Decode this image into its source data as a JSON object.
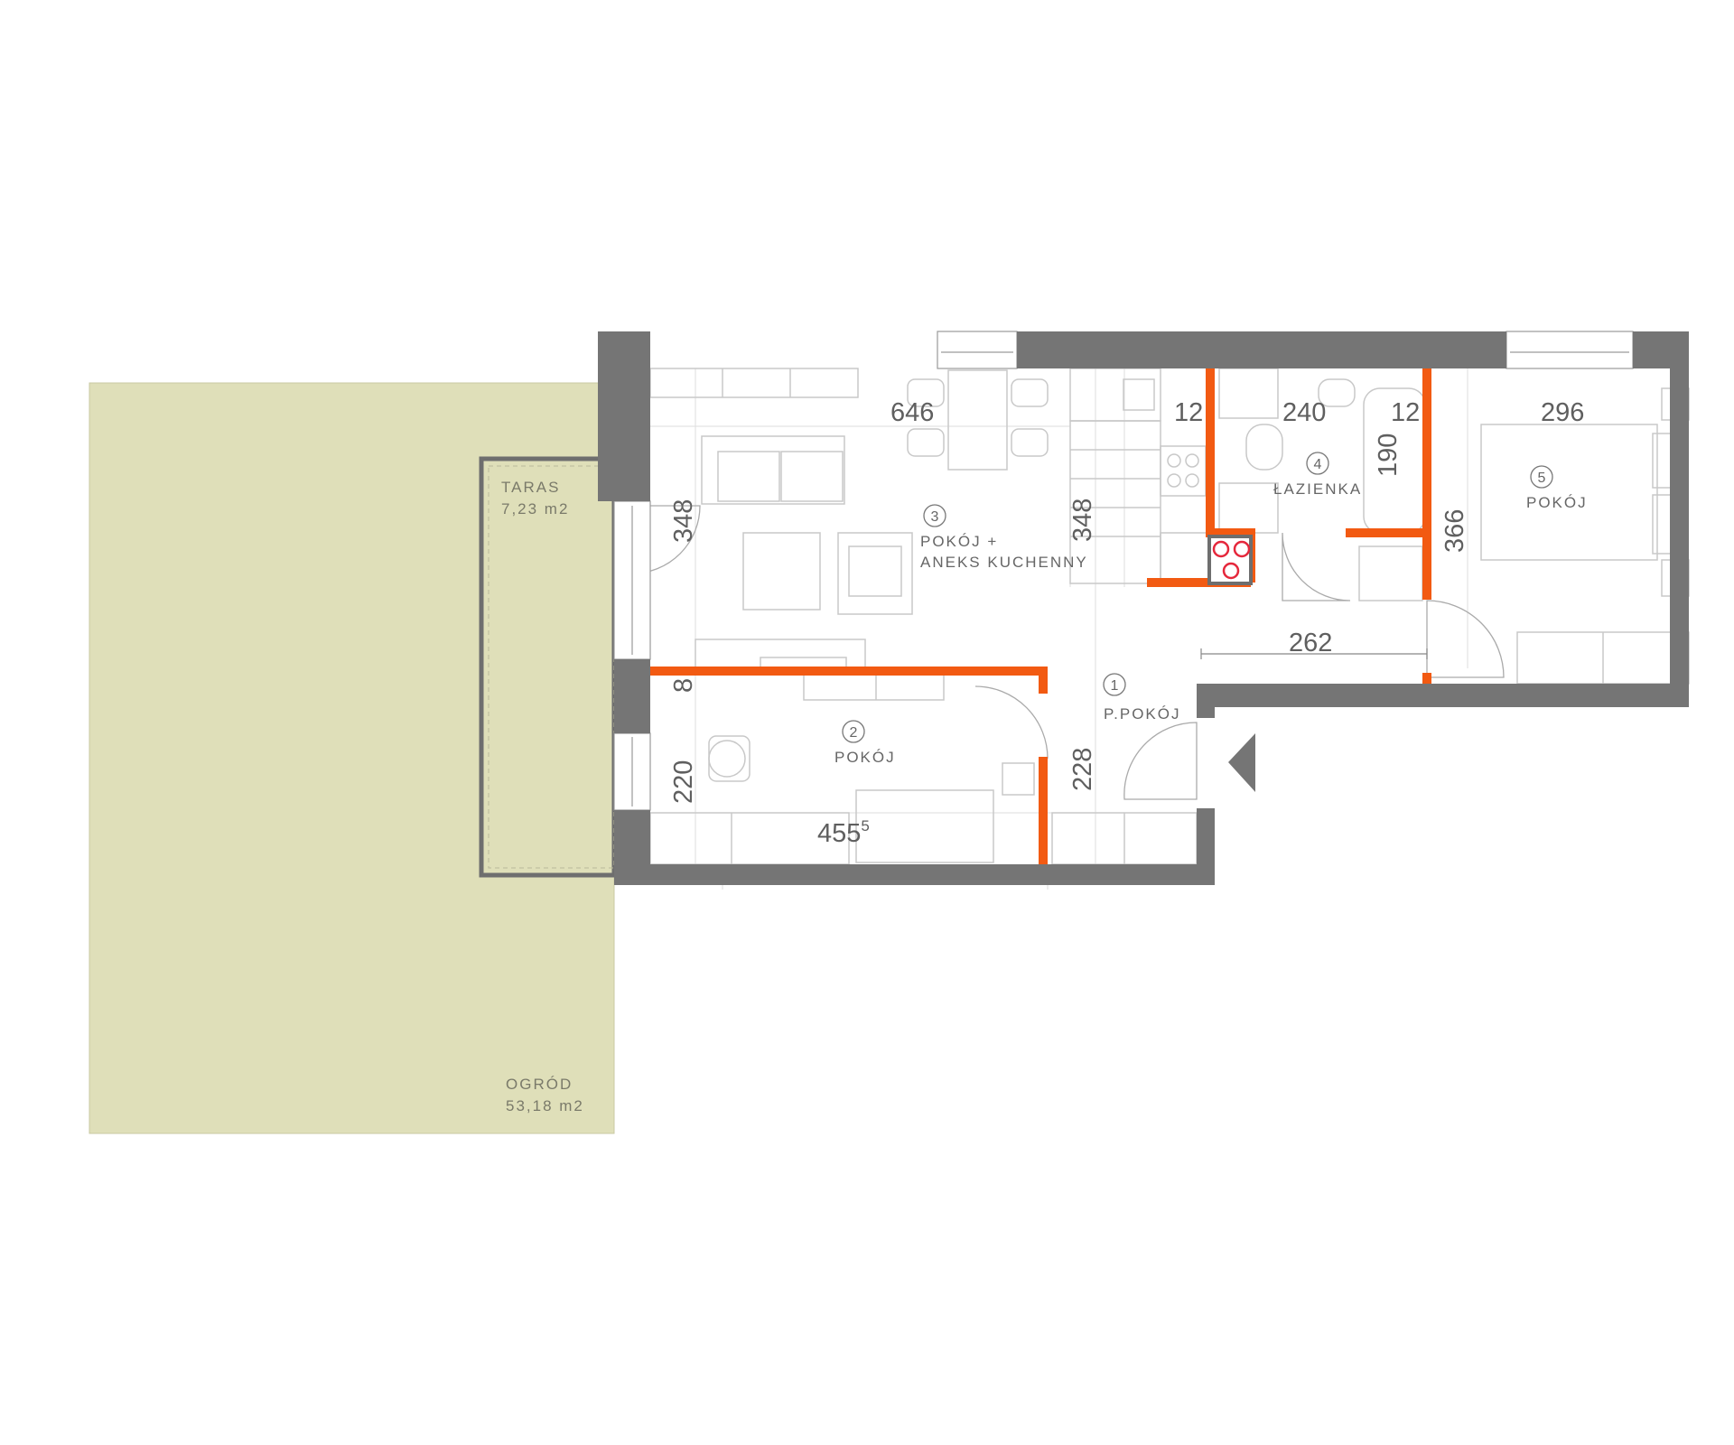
{
  "outdoor": {
    "garden_name": "OGRÓD",
    "garden_area": "53,18 m2",
    "terrace_name": "TARAS",
    "terrace_area": "7,23 m2"
  },
  "rooms": [
    {
      "number": "1",
      "name": "P.POKÓJ"
    },
    {
      "number": "2",
      "name": "POKÓJ"
    },
    {
      "number": "3",
      "name_line1": "POKÓJ +",
      "name_line2": "ANEKS KUCHENNY"
    },
    {
      "number": "4",
      "name": "ŁAZIENKA"
    },
    {
      "number": "5",
      "name": "POKÓJ"
    }
  ],
  "dimensions": {
    "living_width": "646",
    "living_height_left": "348",
    "living_height_kitchen": "348",
    "wall_a": "12",
    "bath_width": "240",
    "wall_b": "12",
    "bath_height": "190",
    "bedroom_width": "296",
    "bedroom_height": "366",
    "hall_width": "262",
    "partition": "8",
    "room2_height": "220",
    "hall_height": "228",
    "room2_width": "455",
    "room2_width_sup": "5"
  },
  "colors": {
    "garden": "#dfdfb9",
    "wall": "#757575",
    "new_wall": "#f25a12",
    "installation": "#e5283c"
  }
}
